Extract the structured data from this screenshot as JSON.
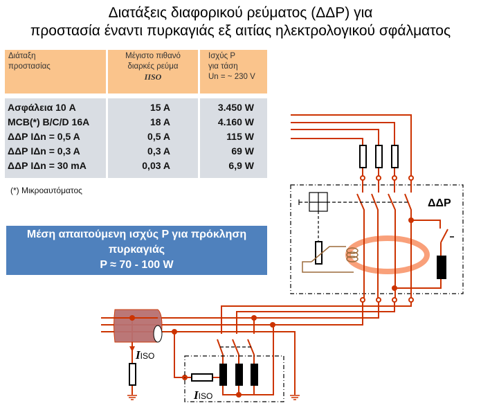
{
  "title": {
    "line1": "Διατάξεις διαφορικού ρεύματος (ΔΔΡ) για",
    "line2": "προστασία έναντι πυρκαγιάς εξ αιτίας ηλεκτρολογικού σφάλματος"
  },
  "table": {
    "headers": [
      {
        "l1": "Διάταξη",
        "l2": "προστασίας",
        "l3": ""
      },
      {
        "l1": "Μέγιστο πιθανό",
        "l2": "διαρκές ρεύμα",
        "l3": "IISO"
      },
      {
        "l1": "Ισχύς P",
        "l2": "για τάση",
        "l3": "Un = ~ 230 V"
      }
    ],
    "rows": [
      {
        "device": "Ασφάλεια   10 A",
        "current": "15 A",
        "power": "3.450 W"
      },
      {
        "device": "MCB(*) B/C/D 16A",
        "current": "18 A",
        "power": "4.160 W"
      },
      {
        "device": "ΔΔΡ IΔn = 0,5 A",
        "current": "0,5 A",
        "power": "115 W"
      },
      {
        "device": "ΔΔΡ IΔn = 0,3 A",
        "current": "0,3 A",
        "power": "69 W"
      },
      {
        "device": "ΔΔΡ IΔn = 30 mA",
        "current": "0,03 A",
        "power": "6,9 W"
      }
    ]
  },
  "footnote": "(*) Μικροαυτόματος",
  "callout": {
    "l1": "Μέση απαιτούμενη ισχύς P για πρόκληση",
    "l2": "πυρκαγιάς",
    "l3": "P ≈ 70 - 100 W"
  },
  "diagram": {
    "rcd_label": "ΔΔΡ",
    "iso_label_1": "I",
    "iso_sub_1": "ISO",
    "iso_label_2": "I",
    "iso_sub_2": "ISO"
  },
  "colors": {
    "wire": "#cc3300",
    "table_header": "#fac48c",
    "table_body": "#d9dde3",
    "callout": "#4f81bd"
  }
}
